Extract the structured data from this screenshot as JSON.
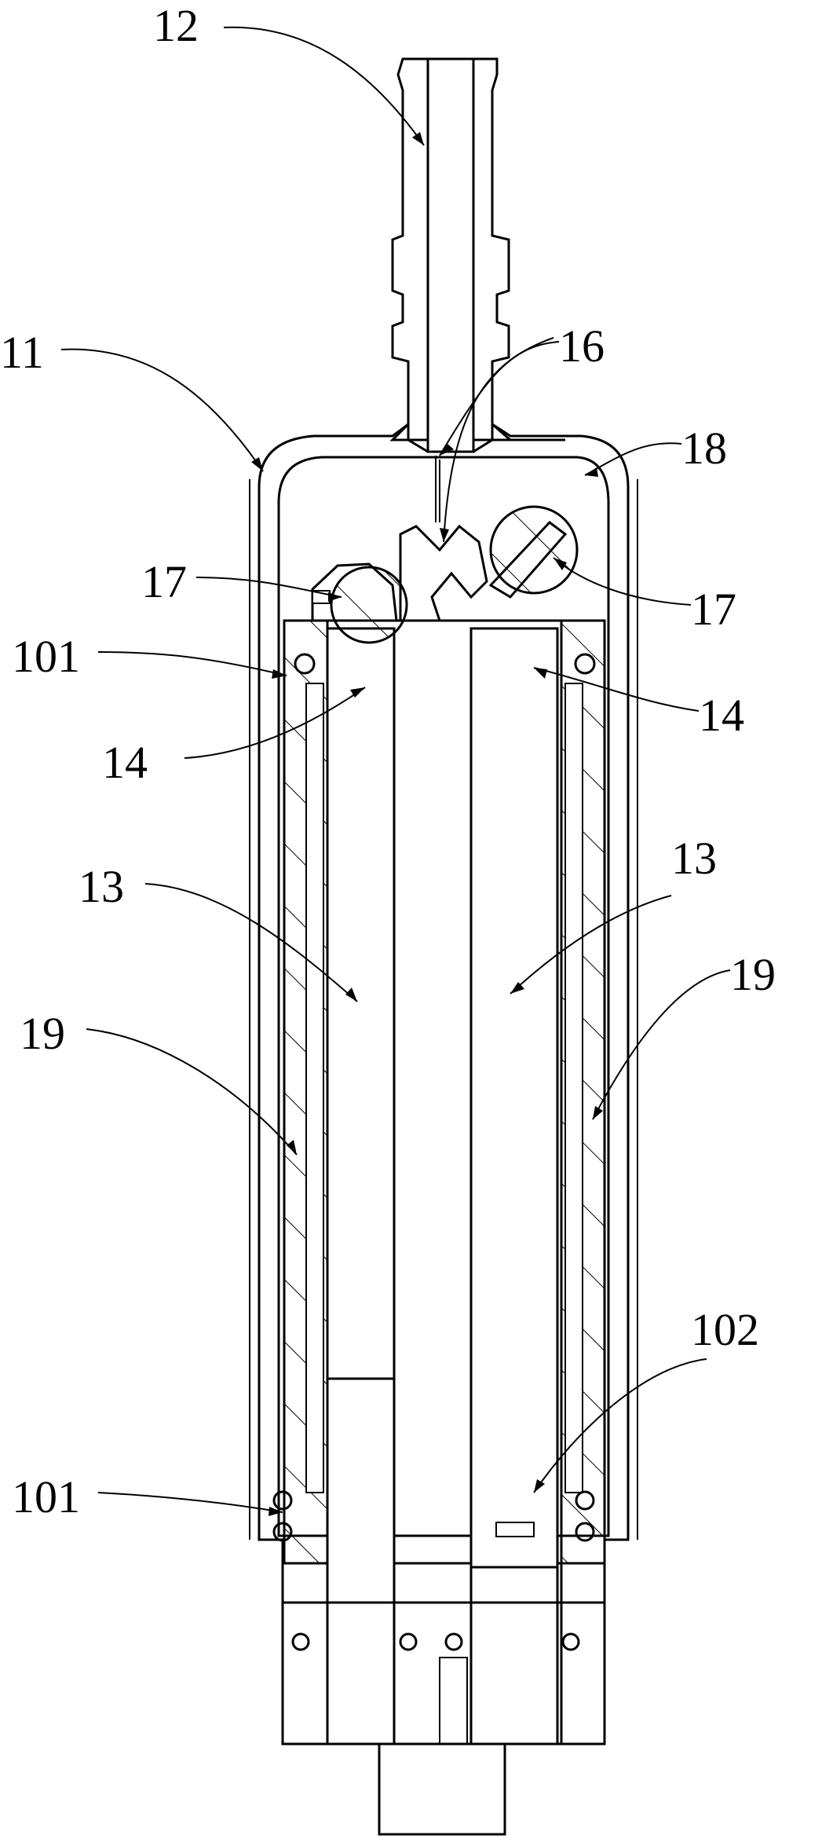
{
  "figure": {
    "labels": [
      {
        "id": "label-12",
        "text": "12"
      },
      {
        "id": "label-11",
        "text": "11"
      },
      {
        "id": "label-16",
        "text": "16"
      },
      {
        "id": "label-18",
        "text": "18"
      },
      {
        "id": "label-17-left",
        "text": "17"
      },
      {
        "id": "label-17-right",
        "text": "17"
      },
      {
        "id": "label-101-top",
        "text": "101"
      },
      {
        "id": "label-14-left",
        "text": "14"
      },
      {
        "id": "label-14-right",
        "text": "14"
      },
      {
        "id": "label-13-left",
        "text": "13"
      },
      {
        "id": "label-13-right",
        "text": "13"
      },
      {
        "id": "label-19-left",
        "text": "19"
      },
      {
        "id": "label-19-right",
        "text": "19"
      },
      {
        "id": "label-102",
        "text": "102"
      },
      {
        "id": "label-101-bottom",
        "text": "101"
      }
    ],
    "colors": {
      "line": "#000000",
      "background": "#ffffff"
    }
  }
}
